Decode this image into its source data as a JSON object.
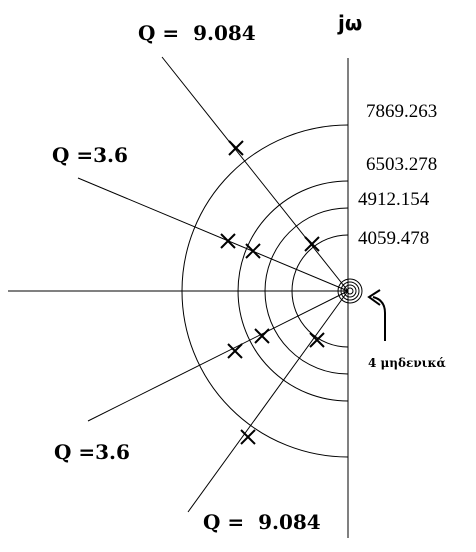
{
  "axis": {
    "imag_label": "jω"
  },
  "radii": [
    {
      "label": "7869.263"
    },
    {
      "label": "6503.278"
    },
    {
      "label": "4912.154"
    },
    {
      "label": "4059.478"
    }
  ],
  "q_labels": {
    "top": "Q =  9.084",
    "upper_left": "Q =3.6",
    "lower_left": "Q =3.6",
    "bottom": "Q =  9.084"
  },
  "zeros_label": "4 μηδενικά",
  "colors": {
    "ink": "#000000",
    "background": "#ffffff"
  }
}
